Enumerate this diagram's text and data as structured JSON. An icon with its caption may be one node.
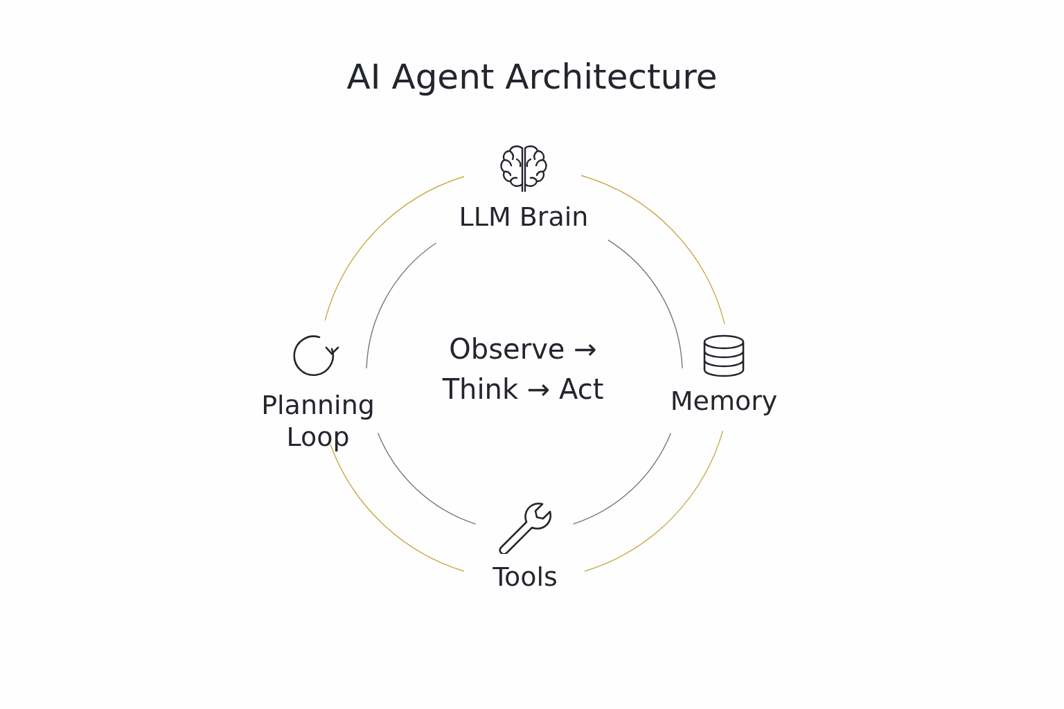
{
  "diagram": {
    "title": "AI Agent Architecture",
    "nodes": [
      {
        "text": [
          "LLM Brain"
        ]
      },
      {
        "text": [
          "Memory"
        ]
      },
      {
        "text": [
          "Tools"
        ]
      },
      {
        "text": [
          "Planning Loop"
        ]
      }
    ],
    "edges": [
      {
        "from": 0,
        "to": 1,
        "arrow": "none",
        "color": "#c9aa45"
      },
      {
        "from": 1,
        "to": 2,
        "arrow": "none",
        "color": "#c9aa45"
      },
      {
        "from": 2,
        "to": 3,
        "arrow": "none",
        "color": "#c9aa45"
      },
      {
        "from": 3,
        "to": 0,
        "arrow": "none",
        "color": "#c9aa45"
      },
      {
        "from": 0,
        "to": 1,
        "arrow": "none",
        "color": "#777777"
      },
      {
        "from": 1,
        "to": 2,
        "arrow": "none",
        "color": "#777777"
      },
      {
        "from": 2,
        "to": 3,
        "arrow": "none",
        "color": "#777777"
      },
      {
        "from": 3,
        "to": 0,
        "arrow": "none",
        "color": "#777777"
      }
    ],
    "labels": [
      "Observe → Think → Act"
    ]
  }
}
